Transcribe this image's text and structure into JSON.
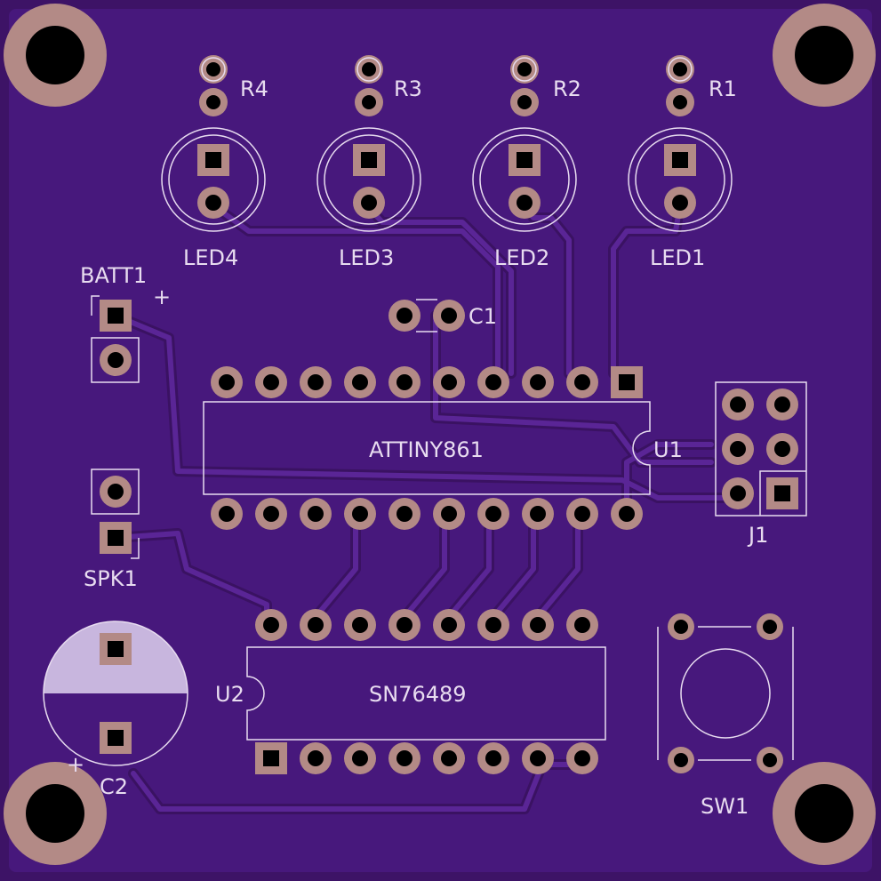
{
  "board": {
    "colors": {
      "substrate": "#3d1366",
      "copper_fill": "#4a1a80",
      "trace": "#43167a",
      "pad": "#b38a86",
      "hole": "#000000",
      "silk": "#e8dcf0"
    }
  },
  "labels": {
    "r4": "R4",
    "r3": "R3",
    "r2": "R2",
    "r1": "R1",
    "led4": "LED4",
    "led3": "LED3",
    "led2": "LED2",
    "led1": "LED1",
    "batt1": "BATT1",
    "batt_plus": "+",
    "c1": "C1",
    "u1_part": "ATTINY861",
    "u1": "U1",
    "j1": "J1",
    "spk1": "SPK1",
    "u2": "U2",
    "u2_part": "SN76489",
    "c2": "C2",
    "c2_plus": "+",
    "sw1": "SW1"
  }
}
